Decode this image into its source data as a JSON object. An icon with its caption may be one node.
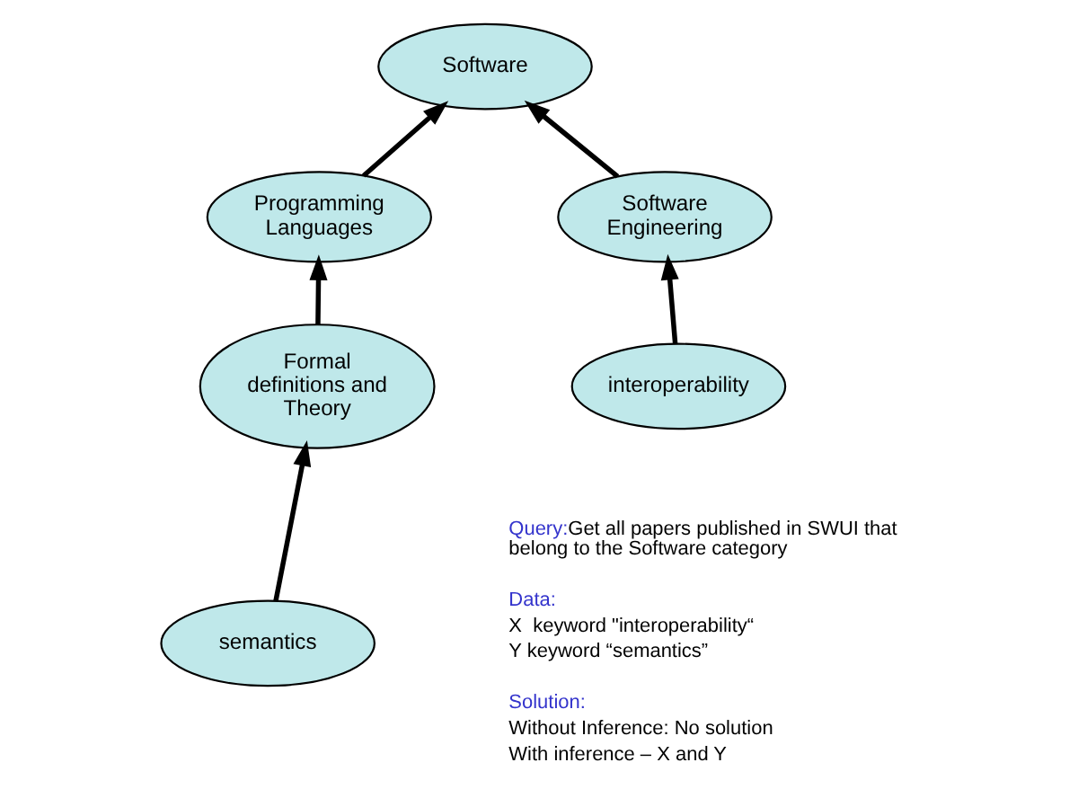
{
  "diagram": {
    "nodes": [
      {
        "text": [
          "Software"
        ]
      },
      {
        "text": [
          "Programming Languages"
        ]
      },
      {
        "text": [
          "Software Engineering"
        ]
      },
      {
        "text": [
          "Formal definitions and Theory"
        ]
      },
      {
        "text": [
          "interoperability"
        ]
      },
      {
        "text": [
          "semantics"
        ]
      }
    ],
    "edges": [
      {
        "from": 1,
        "to": 0,
        "arrow": "to"
      },
      {
        "from": 2,
        "to": 0,
        "arrow": "to"
      },
      {
        "from": 3,
        "to": 1,
        "arrow": "to"
      },
      {
        "from": 4,
        "to": 2,
        "arrow": "to"
      },
      {
        "from": 5,
        "to": 3,
        "arrow": "to"
      }
    ],
    "labels": [
      "Query:",
      "Get all papers published in SWUI that belong to the Software category",
      "Data:",
      "X  keyword \"interoperability“",
      "Y keyword “semantics”",
      "Solution:",
      "Without Inference: No solution",
      "With inference – X and Y"
    ]
  }
}
